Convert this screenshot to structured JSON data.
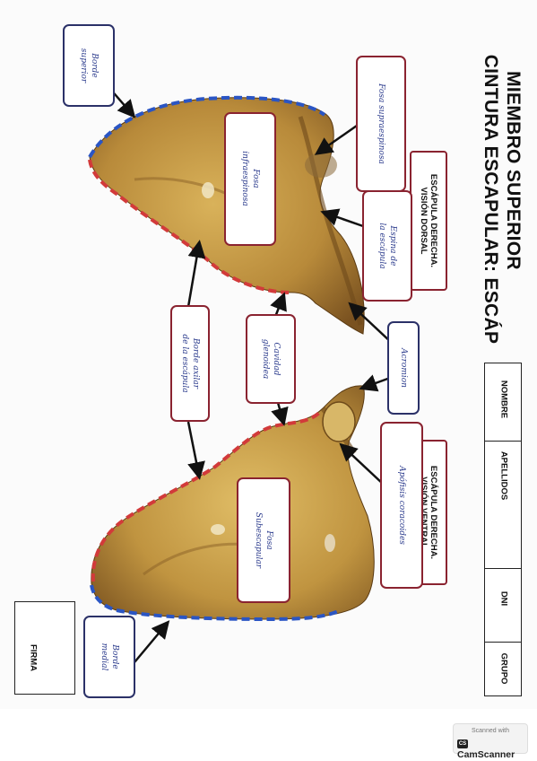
{
  "title": {
    "line1": "MIEMBRO SUPERIOR",
    "line2": "CINTURA ESCAPULAR: ESCÁP"
  },
  "views": {
    "dorsal": "ESCÁPULA DERECHA.\nVISIÓN DORSAL",
    "ventral": "ESCÁPULA DERECHA.\nVISIÓN VENTRAL"
  },
  "annotations": {
    "borde_superior": "Borde\nsuperior",
    "fosa_supraespinosa": "Fosa supraespinosa",
    "fosa_infraespinosa": "Fosa\ninfraespinosa",
    "espina": "Espina de\nla escápula",
    "acromion": "Acromion",
    "cavidad_glenoidea": "Cavidad\nglenoidea",
    "borde_axilar": "Borde axilar\nde la escápula",
    "apofisis": "Apófisis coracoides",
    "fosa_subescapular": "Fosa\nSubescapular",
    "borde_medial": "Borde\nmedial"
  },
  "form": {
    "fields": [
      "NOMBRE",
      "APELLIDOS",
      "DNI",
      "GRUPO"
    ],
    "firma": "FIRMA"
  },
  "scanner": {
    "scanned_with": "Scanned with",
    "brand": "CamScanner",
    "logo": "CS"
  },
  "colors": {
    "bone": "#b88a3a",
    "bone_dark": "#6e4a1a",
    "border_blue": "#2a55c4",
    "border_red": "#d23a3a",
    "navy": "#2b3168",
    "maroon": "#8a2330"
  }
}
